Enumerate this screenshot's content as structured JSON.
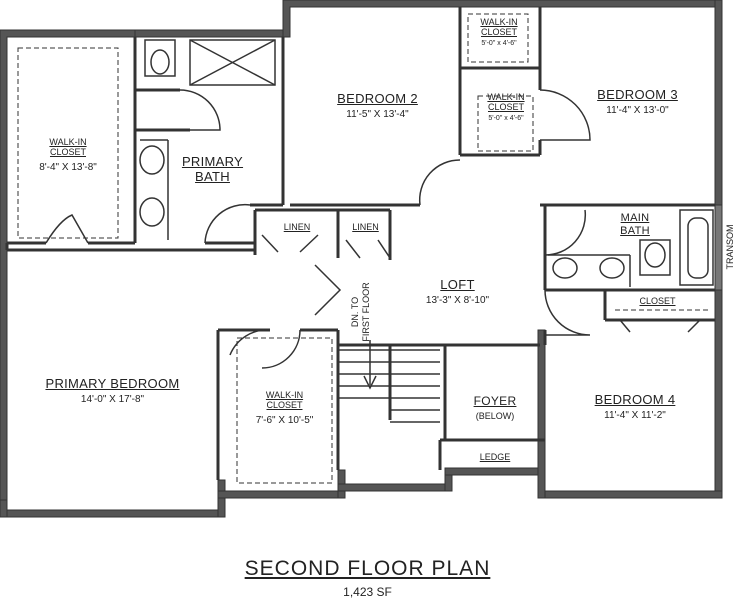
{
  "title": "SECOND FLOOR PLAN",
  "area": "1,423 SF",
  "rooms": {
    "walk_in_closet_primary": {
      "name": "WALK-IN\nCLOSET",
      "dim": "8'-4\" X 13'-8\""
    },
    "primary_bath": {
      "name": "PRIMARY\nBATH"
    },
    "bedroom2": {
      "name": "BEDROOM 2",
      "dim": "11'-5\" X 13'-4\""
    },
    "closet_b2": {
      "name": "WALK-IN\nCLOSET",
      "dim": "5'-0\" x 4'-6\""
    },
    "closet_b3": {
      "name": "WALK-IN\nCLOSET",
      "dim": "5'-0\" x 4'-6\""
    },
    "bedroom3": {
      "name": "BEDROOM 3",
      "dim": "11'-4\" X 13'-0\""
    },
    "main_bath": {
      "name": "MAIN\nBATH"
    },
    "linen1": {
      "name": "LINEN"
    },
    "linen2": {
      "name": "LINEN"
    },
    "loft": {
      "name": "LOFT",
      "dim": "13'-3\" X 8'-10\""
    },
    "closet_b4": {
      "name": "CLOSET"
    },
    "primary_bedroom": {
      "name": "PRIMARY BEDROOM",
      "dim": "14'-0\" X 17'-8\""
    },
    "walk_in_closet_2": {
      "name": "WALK-IN\nCLOSET",
      "dim": "7'-6\" X 10'-5\""
    },
    "foyer": {
      "name": "FOYER",
      "note": "(BELOW)"
    },
    "ledge": {
      "name": "LEDGE"
    },
    "bedroom4": {
      "name": "BEDROOM 4",
      "dim": "11'-4\" X 11'-2\""
    }
  },
  "stairs_note": "DN. TO\nFIRST FLOOR",
  "transom": "TRANSOM"
}
